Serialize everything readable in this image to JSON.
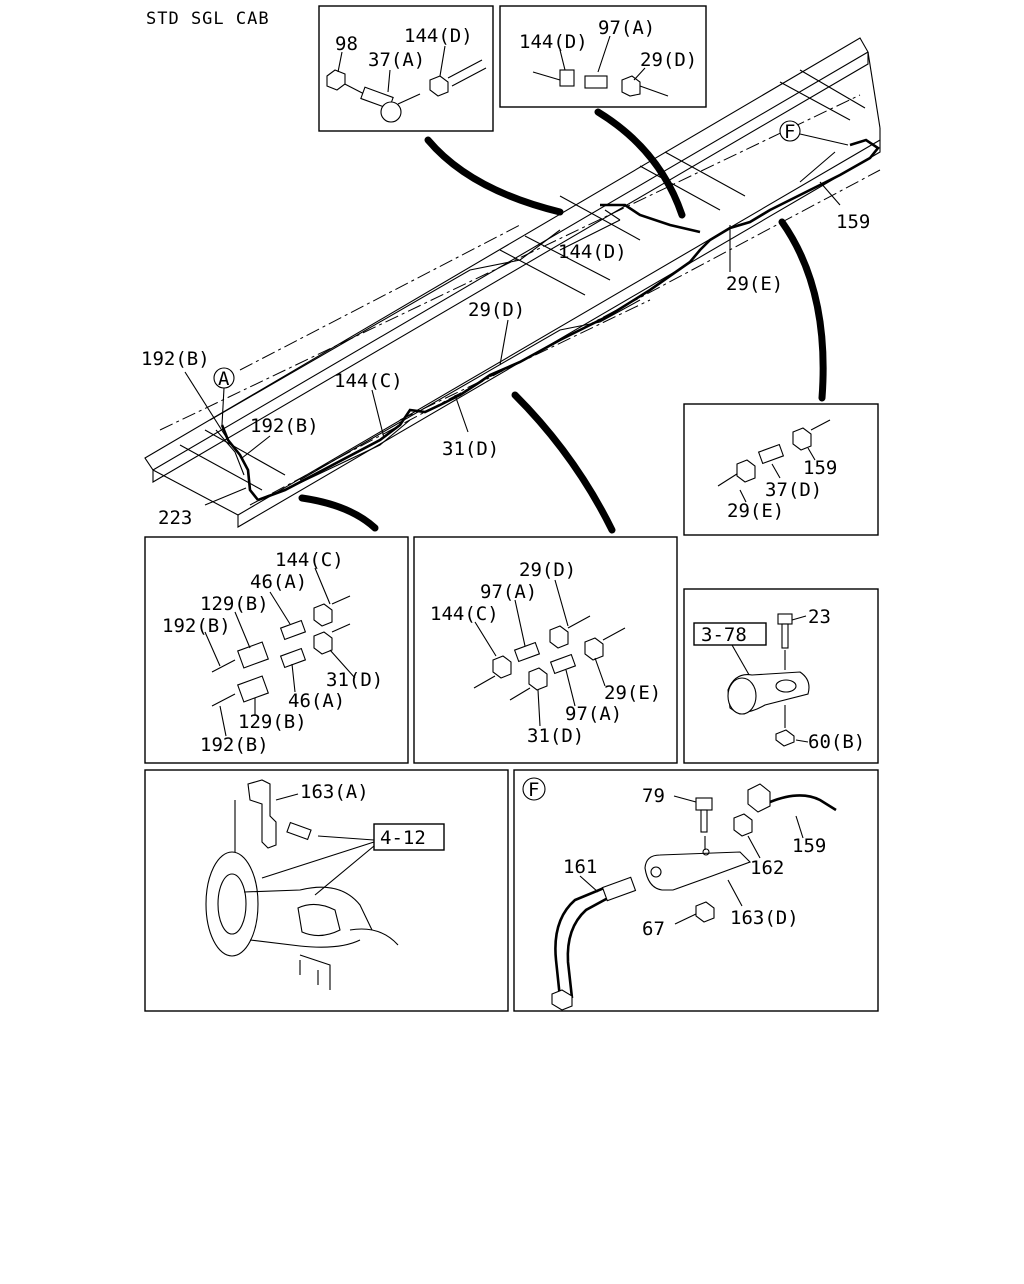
{
  "header": {
    "title": "STD SGL CAB"
  },
  "main_view": {
    "labels": {
      "l_144D": "144(D)",
      "l_29D": "29(D)",
      "l_29E": "29(E)",
      "l_159": "159",
      "l_192B_a": "192(B)",
      "l_192B_b": "192(B)",
      "l_144C": "144(C)",
      "l_31D": "31(D)",
      "l_223": "223",
      "l_A": "A",
      "l_F": "F"
    }
  },
  "detail_top_left": {
    "labels": {
      "l_98": "98",
      "l_37A": "37(A)",
      "l_144D": "144(D)"
    }
  },
  "detail_top_mid": {
    "labels": {
      "l_144D": "144(D)",
      "l_97A": "97(A)",
      "l_29D": "29(D)"
    }
  },
  "detail_right_union": {
    "labels": {
      "l_159": "159",
      "l_37D": "37(D)",
      "l_29E": "29(E)"
    }
  },
  "detail_mid_left": {
    "labels": {
      "l_144C": "144(C)",
      "l_46A_a": "46(A)",
      "l_129B_a": "129(B)",
      "l_192B_a": "192(B)",
      "l_31D": "31(D)",
      "l_46A_b": "46(A)",
      "l_129B_b": "129(B)",
      "l_192B_b": "192(B)"
    }
  },
  "detail_mid_center": {
    "labels": {
      "l_29D": "29(D)",
      "l_97A_a": "97(A)",
      "l_144C": "144(C)",
      "l_29E": "29(E)",
      "l_97A_b": "97(A)",
      "l_31D": "31(D)"
    }
  },
  "detail_clip": {
    "labels": {
      "ref_378": "3-78",
      "l_23": "23",
      "l_60B": "60(B)"
    }
  },
  "detail_axle": {
    "labels": {
      "l_163A": "163(A)",
      "ref_412": "4-12"
    }
  },
  "detail_F": {
    "labels": {
      "l_F": "F",
      "l_79": "79",
      "l_159": "159",
      "l_161": "161",
      "l_162": "162",
      "l_163D": "163(D)",
      "l_67": "67"
    }
  }
}
